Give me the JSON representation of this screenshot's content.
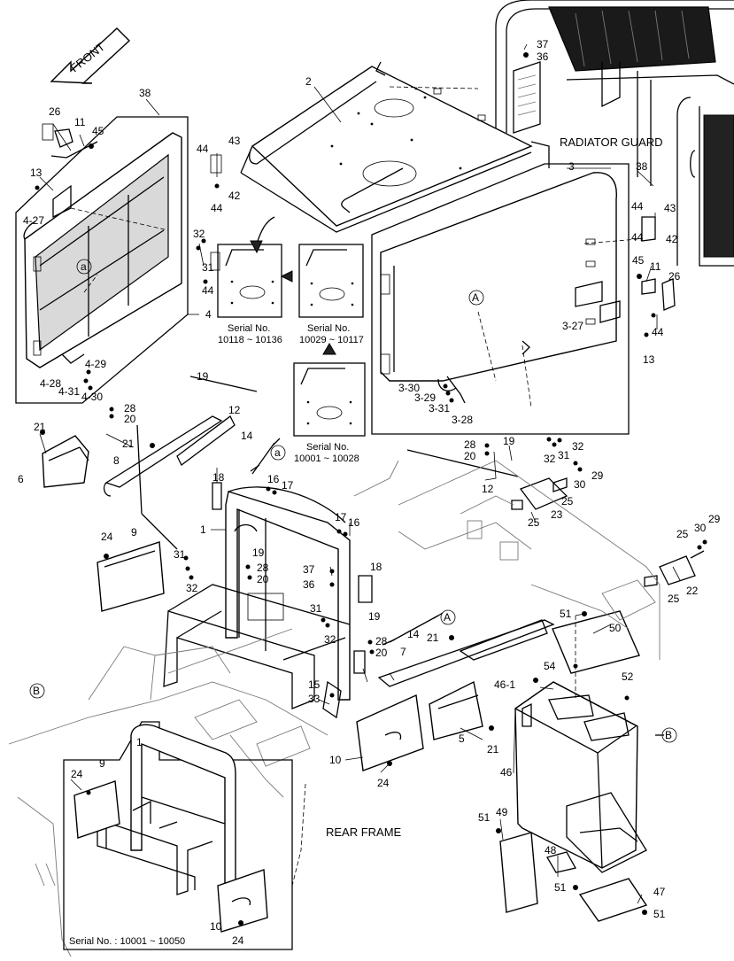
{
  "front_label": "FRONT",
  "radiator_guard_label": "RADIATOR GUARD",
  "rear_frame_label": "REAR FRAME",
  "serial_box_left": {
    "line1": "Serial No.",
    "line2": "10118 ~ 10136"
  },
  "serial_box_right": {
    "line1": "Serial No.",
    "line2": "10029 ~ 10117"
  },
  "serial_box_bottom": {
    "line1": "Serial No.",
    "line2": "10001 ~ 10028"
  },
  "serial_inset": "Serial No. : 10001 ~ 10050",
  "markers": {
    "a": "a",
    "A": "A",
    "B": "B"
  },
  "callouts": {
    "p2": "2",
    "p3": "3",
    "p4": "4",
    "p1": "1",
    "p5": "5",
    "p6": "6",
    "p7": "7",
    "p8": "8",
    "p9": "9",
    "p10": "10",
    "p11": "11",
    "p12": "12",
    "p13": "13",
    "p14": "14",
    "p15": "15",
    "p16": "16",
    "p17": "17",
    "p18": "18",
    "p19": "19",
    "p20": "20",
    "p21": "21",
    "p22": "22",
    "p23": "23",
    "p24": "24",
    "p25": "25",
    "p26": "26",
    "p28": "28",
    "p29": "29",
    "p30": "30",
    "p31": "31",
    "p32": "32",
    "p33": "33",
    "p36": "36",
    "p37": "37",
    "p38": "38",
    "p42": "42",
    "p43": "43",
    "p44": "44",
    "p45": "45",
    "p46": "46",
    "p46_1": "46-1",
    "p47": "47",
    "p48": "48",
    "p49": "49",
    "p50": "50",
    "p51": "51",
    "p52": "52",
    "p54": "54",
    "p4_27": "4-27",
    "p4_28": "4-28",
    "p4_29": "4-29",
    "p4_30": "4-30",
    "p4_31": "4-31",
    "p3_27": "3-27",
    "p3_28": "3-28",
    "p3_29": "3-29",
    "p3_30": "3-30",
    "p3_31": "3-31"
  }
}
